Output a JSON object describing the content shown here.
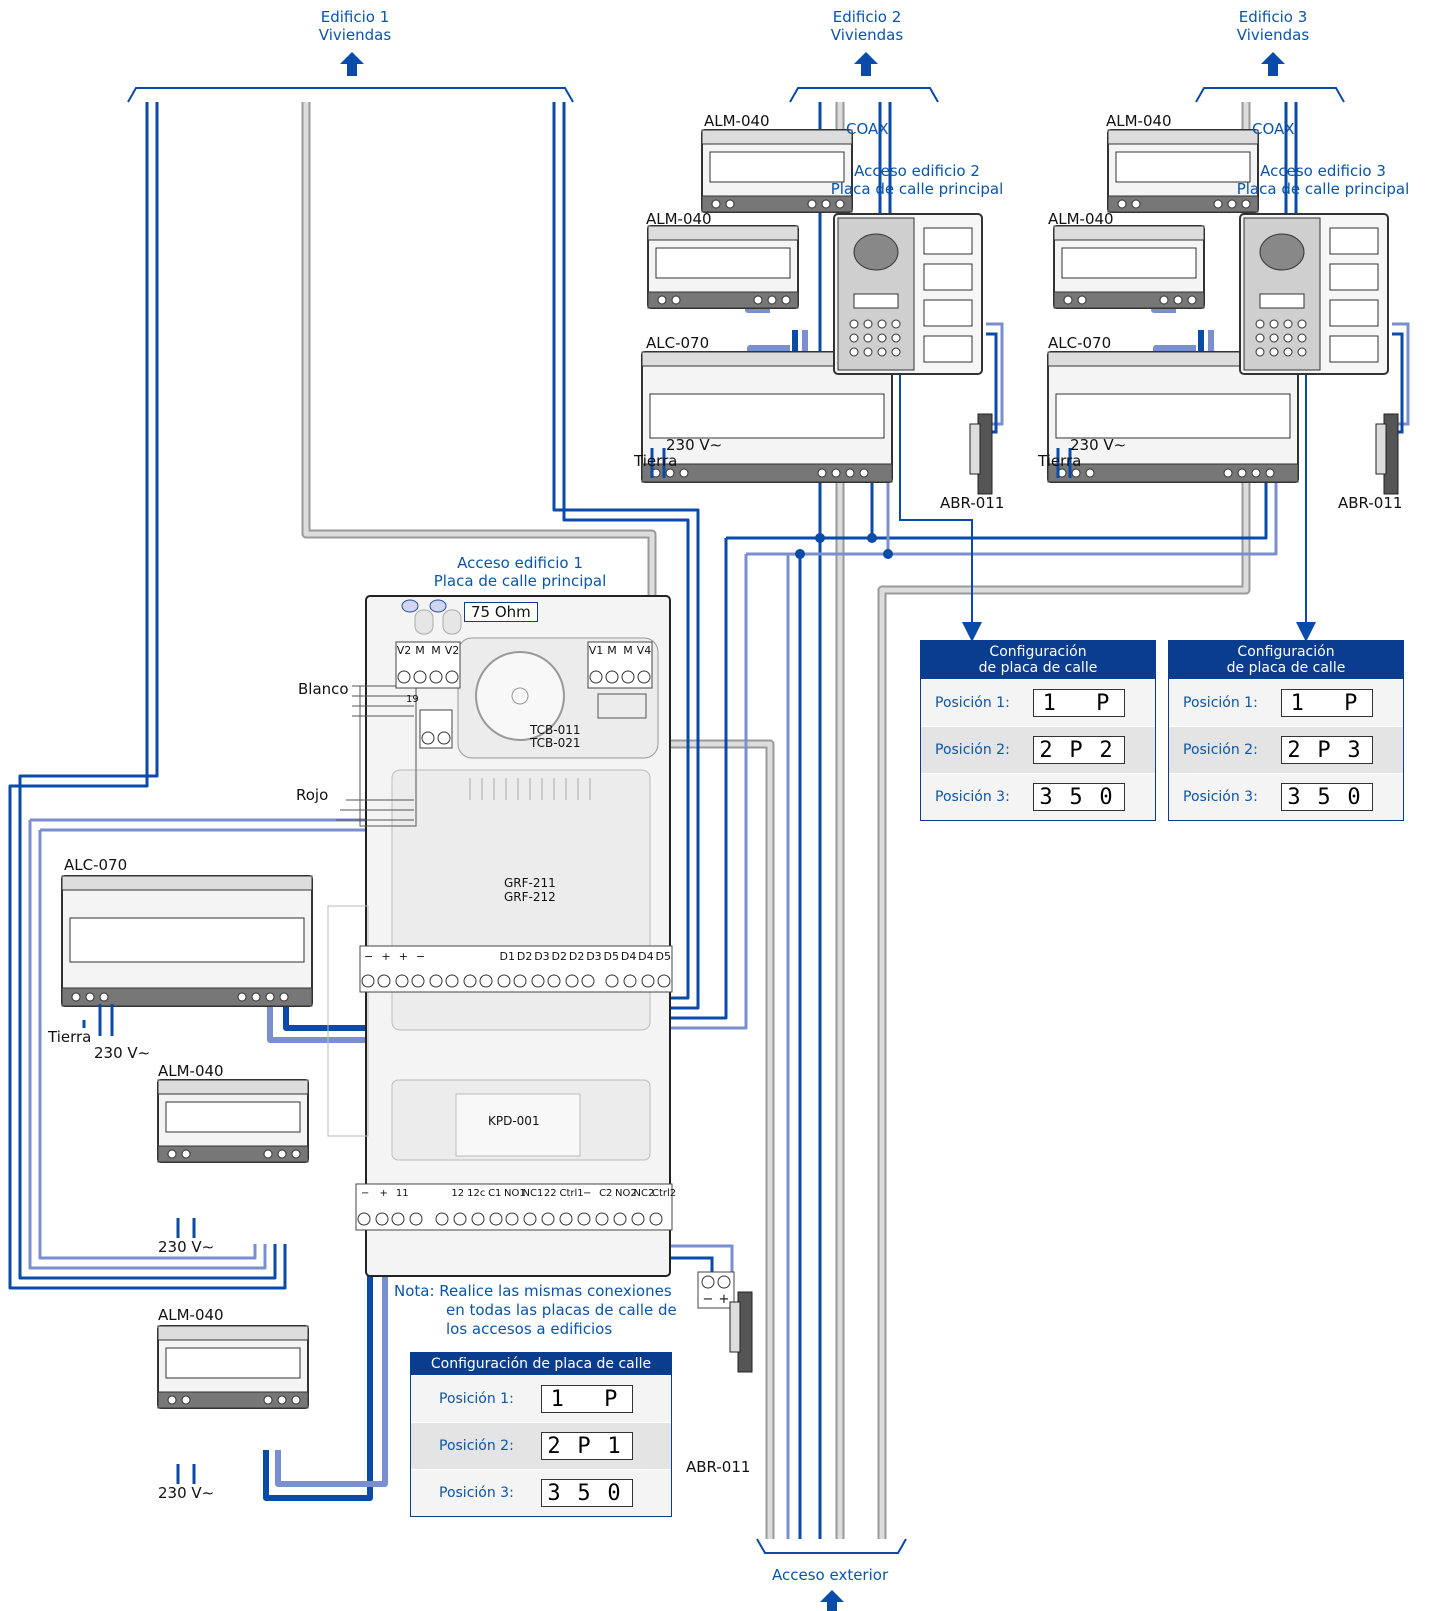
{
  "buildings": {
    "b1": {
      "line1": "Edificio 1",
      "line2": "Viviendas"
    },
    "b2": {
      "line1": "Edificio 2",
      "line2": "Viviendas"
    },
    "b3": {
      "line1": "Edificio 3",
      "line2": "Viviendas"
    }
  },
  "coax": "COAX",
  "access": {
    "b1": {
      "line1": "Acceso edificio 1",
      "line2": "Placa de calle principal"
    },
    "b2": {
      "line1": "Acceso edificio 2",
      "line2": "Placa de calle principal"
    },
    "b3": {
      "line1": "Acceso edificio 3",
      "line2": "Placa de calle principal"
    }
  },
  "devices": {
    "alm040": "ALM-040",
    "alc070": "ALC-070",
    "abr011": "ABR-011",
    "tcb": "TCB-011",
    "tcb2": "TCB-021",
    "grf": "GRF-211",
    "grf2": "GRF-212",
    "kpd": "KPD-001",
    "ohm": "75 Ohm"
  },
  "power": {
    "v230": "230 V∼",
    "tierra": "Tierra"
  },
  "wires": {
    "blanco": "Blanco",
    "rojo": "Rojo"
  },
  "terminals": {
    "top_left": [
      "V2",
      "M",
      "M",
      "V2"
    ],
    "top_right": [
      "V1",
      "M",
      "M",
      "V4"
    ],
    "mid": [
      "−",
      "+",
      "+",
      "−",
      "",
      "",
      "",
      "",
      "D1",
      "D2",
      "D3",
      "D2",
      "D2",
      "D3",
      "D5",
      "D4",
      "D4",
      "D5"
    ],
    "bottom": [
      "−",
      "+",
      "11",
      "",
      "",
      "12",
      "12c",
      "C1",
      "NO1",
      "NC1",
      "22",
      "Ctrl1",
      "−",
      "C2",
      "NO2",
      "NC2",
      "Ctrl2"
    ],
    "lock": [
      "−",
      "+"
    ],
    "n19": "19"
  },
  "note": {
    "line1": "Nota: Realice las mismas conexiones",
    "line2": "en todas las placas de calle de",
    "line3": "los accesos a edificios"
  },
  "config_main": {
    "title": "Configuración de placa de calle",
    "rows": [
      {
        "label": "Posición 1:",
        "display": [
          "1",
          "",
          "P"
        ]
      },
      {
        "label": "Posición 2:",
        "display": [
          "2",
          "P",
          "1"
        ]
      },
      {
        "label": "Posición 3:",
        "display": [
          "3",
          "5",
          "0"
        ]
      }
    ]
  },
  "config_b2": {
    "title1": "Configuración",
    "title2": "de placa de calle",
    "rows": [
      {
        "label": "Posición 1:",
        "display": [
          "1",
          "",
          "P"
        ]
      },
      {
        "label": "Posición 2:",
        "display": [
          "2",
          "P",
          "2"
        ]
      },
      {
        "label": "Posición 3:",
        "display": [
          "3",
          "5",
          "0"
        ]
      }
    ]
  },
  "config_b3": {
    "title1": "Configuración",
    "title2": "de placa de calle",
    "rows": [
      {
        "label": "Posición 1:",
        "display": [
          "1",
          "",
          "P"
        ]
      },
      {
        "label": "Posición 2:",
        "display": [
          "2",
          "P",
          "3"
        ]
      },
      {
        "label": "Posición 3:",
        "display": [
          "3",
          "5",
          "0"
        ]
      }
    ]
  },
  "exterior": "Acceso exterior",
  "colors": {
    "dark": "#0a4aa8",
    "light": "#7a8fd0",
    "grey": "#b8b8b8",
    "panel": "#f2f2f2"
  }
}
